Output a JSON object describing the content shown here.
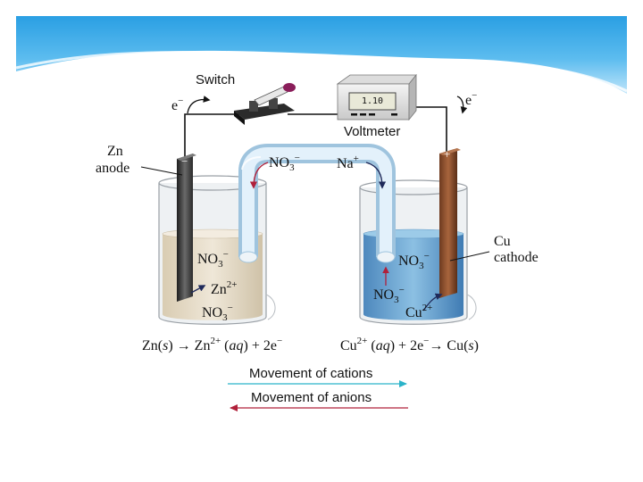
{
  "labels": {
    "switch": "Switch",
    "voltmeter": "Voltmeter",
    "voltmeter_reading": "1.10",
    "electron_left": "e",
    "electron_right": "e",
    "electron_charge": "−",
    "zn": "Zn",
    "anode": "anode",
    "cu": "Cu",
    "cathode": "cathode",
    "anode_sign": "−",
    "cathode_sign": "+",
    "bridge_anion": "NO",
    "bridge_anion_sub": "3",
    "bridge_anion_charge": "−",
    "bridge_cation": "Na",
    "bridge_cation_charge": "+",
    "left_beaker": {
      "ion1": "NO",
      "ion1_sub": "3",
      "ion1_charge": "−",
      "ion2": "Zn",
      "ion2_charge": "2+",
      "ion3": "NO",
      "ion3_sub": "3",
      "ion3_charge": "−"
    },
    "right_beaker": {
      "ion1": "NO",
      "ion1_sub": "3",
      "ion1_charge": "−",
      "ion2": "NO",
      "ion2_sub": "3",
      "ion2_charge": "−",
      "ion3": "Cu",
      "ion3_charge": "2+"
    }
  },
  "equations": {
    "anode": {
      "lhs": "Zn(",
      "lhs_state": "s",
      "lhs_close": ")",
      "arrow": "→",
      "ion": "Zn",
      "ion_charge": "2+",
      "ion_state_open": " (",
      "ion_state": "aq",
      "ion_state_close": ")",
      "plus": " + 2e",
      "e_charge": "−"
    },
    "cathode": {
      "ion": "Cu",
      "ion_charge": "2+",
      "ion_state_open": " (",
      "ion_state": "aq",
      "ion_state_close": ")",
      "plus": " + 2e",
      "e_charge": "−",
      "arrow": "→",
      "rhs": " Cu(",
      "rhs_state": "s",
      "rhs_close": ")"
    }
  },
  "legend": {
    "cations": "Movement of cations",
    "anions": "Movement of anions"
  },
  "colors": {
    "banner": "#2aa3e6",
    "cation_arrow": "#2bb3c9",
    "anion_arrow": "#b0203a",
    "zinc_solution": "#e6dcc9",
    "copper_solution": "#6aa3cf",
    "copper_electrode": "#8a4d2c",
    "zinc_electrode": "#3a3a3a",
    "salt_bridge": "#c9e3f4"
  }
}
